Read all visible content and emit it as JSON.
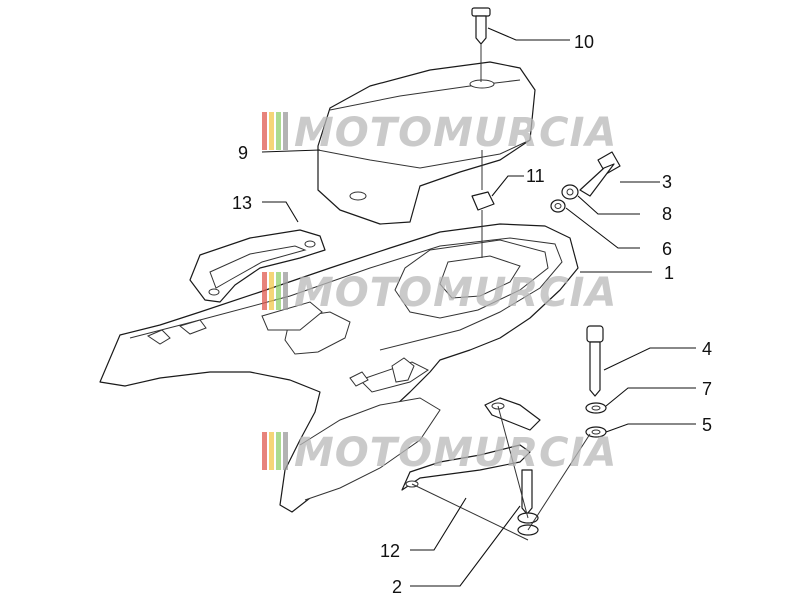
{
  "watermark": {
    "text": "MOTOMURCIA",
    "text_color": "#b9b9b9",
    "stripe_colors": [
      "#e05a4f",
      "#f2c94c",
      "#8fcf6b",
      "#9a9a9a"
    ],
    "count": 3
  },
  "callouts": [
    {
      "label": "10",
      "part": "screw"
    },
    {
      "label": "9",
      "part": "seat-cushion"
    },
    {
      "label": "3",
      "part": "bolt"
    },
    {
      "label": "11",
      "part": "clip-nut"
    },
    {
      "label": "13",
      "part": "grab-handle"
    },
    {
      "label": "8",
      "part": "washer"
    },
    {
      "label": "6",
      "part": "washer"
    },
    {
      "label": "1",
      "part": "rear-cover"
    },
    {
      "label": "4",
      "part": "bolt"
    },
    {
      "label": "7",
      "part": "washer"
    },
    {
      "label": "5",
      "part": "washer"
    },
    {
      "label": "12",
      "part": "bracket"
    },
    {
      "label": "2",
      "part": "screw"
    }
  ],
  "colors": {
    "line": "#1a1a1a",
    "background": "#ffffff"
  }
}
